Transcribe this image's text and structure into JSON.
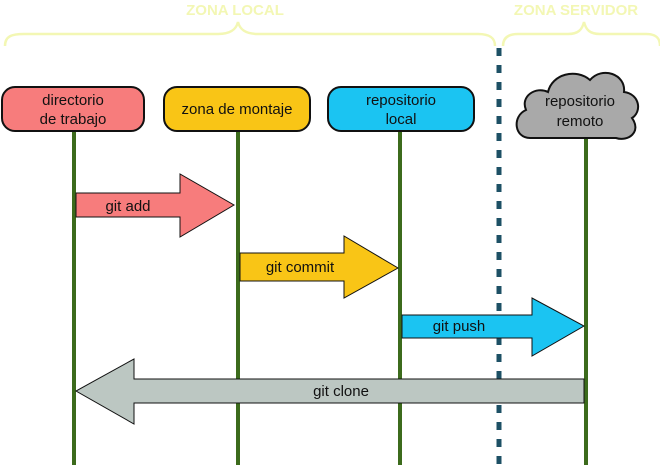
{
  "zones": {
    "local": "ZONA LOCAL",
    "server": "ZONA SERVIDOR"
  },
  "nodes": [
    {
      "id": "working-dir",
      "lines": [
        "directorio",
        "de trabajo"
      ],
      "color": "#f77c7c"
    },
    {
      "id": "staging",
      "lines": [
        "zona de montaje"
      ],
      "color": "#f9c516"
    },
    {
      "id": "local-repo",
      "lines": [
        "repositorio",
        "local"
      ],
      "color": "#1bc4f2"
    },
    {
      "id": "remote-repo",
      "lines": [
        "repositorio",
        "remoto"
      ],
      "color": "#a9a9a9"
    }
  ],
  "arrows": [
    {
      "label": "git add",
      "from": "working-dir",
      "to": "staging",
      "color": "#f77c7c"
    },
    {
      "label": "git commit",
      "from": "staging",
      "to": "local-repo",
      "color": "#f9c516"
    },
    {
      "label": "git push",
      "from": "local-repo",
      "to": "remote-repo",
      "color": "#1bc4f2"
    },
    {
      "label": "git clone",
      "from": "remote-repo",
      "to": "working-dir",
      "color": "#bcc7c2"
    }
  ],
  "colors": {
    "lifeline": "#3c6b1c",
    "divider": "#1d5065",
    "brace": "#f3f7b4",
    "outline": "#111111"
  }
}
